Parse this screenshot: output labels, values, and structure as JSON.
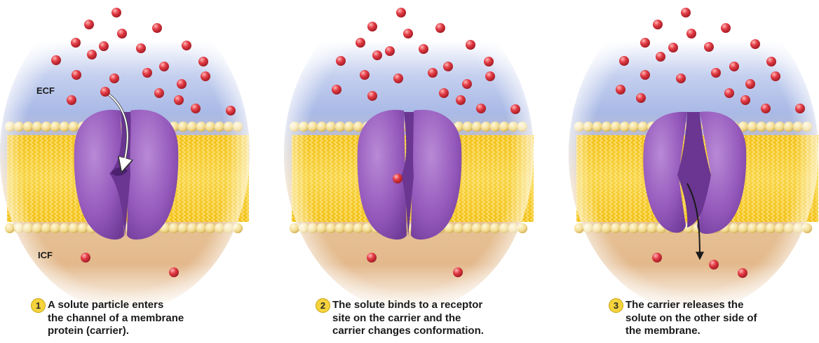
{
  "labels": {
    "ecf": "ECF",
    "icf": "ICF"
  },
  "steps": [
    {
      "number": "1",
      "text": "A solute particle enters\nthe channel of a membrane\nprotein (carrier)."
    },
    {
      "number": "2",
      "text": "The solute binds to a receptor\nsite on the carrier and the\ncarrier changes conformation."
    },
    {
      "number": "3",
      "text": "The carrier releases the\nsolute on the other side of\nthe membrane."
    }
  ],
  "colors": {
    "ecf_fluid": "#a8b9e6",
    "icf_fluid": "#e3b98c",
    "lipid_head": "#f1d98a",
    "lipid_tail": "#f0c21f",
    "carrier": "#9a5fbf",
    "solute": "#d8323c",
    "badge": "#f4d33c"
  }
}
